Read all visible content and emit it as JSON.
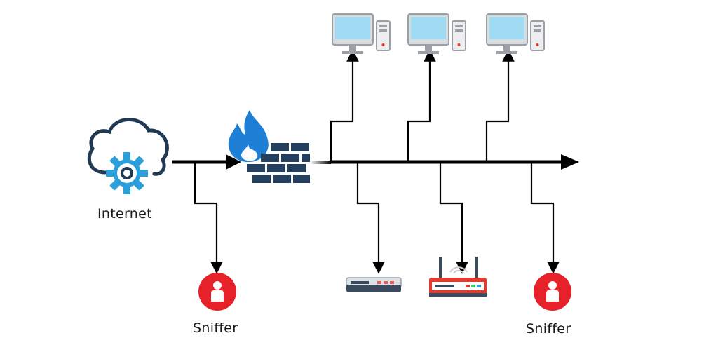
{
  "labels": {
    "internet": "Internet",
    "sniffer_left": "Sniffer",
    "sniffer_right": "Sniffer"
  },
  "colors": {
    "line": "#000000",
    "cloud_outline": "#1f3a52",
    "gear": "#2b9fd9",
    "firewall_brick": "#253f5e",
    "flame": "#1e7fd6",
    "monitor_screen": "#9fdcf3",
    "device_gray": "#9aa0a6",
    "sniffer_red": "#e62129",
    "router_red": "#e23b30"
  },
  "icons": [
    "cloud-gear-icon",
    "firewall-icon",
    "computer-icon",
    "switch-icon",
    "router-icon",
    "sniffer-person-icon"
  ]
}
